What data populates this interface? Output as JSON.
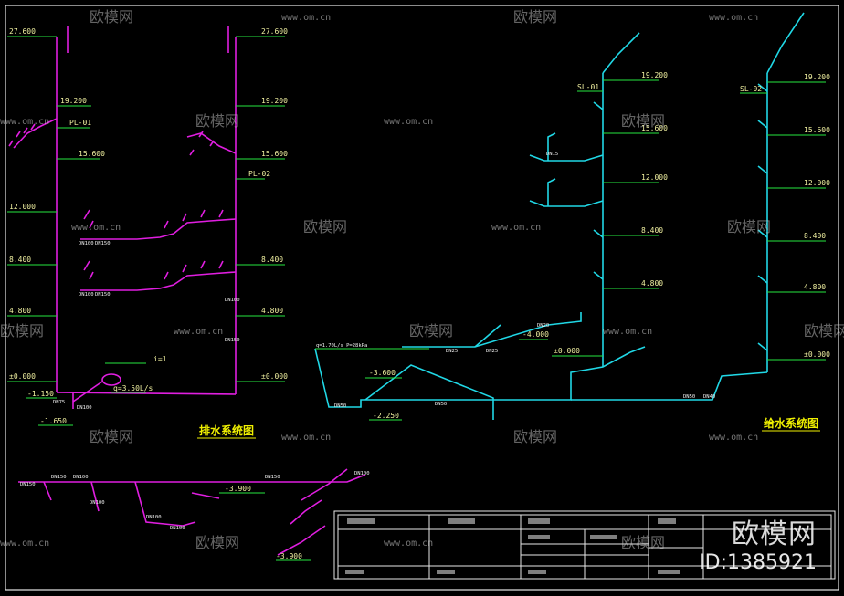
{
  "colors": {
    "background": "#000000",
    "drain_pipe": "#e01ee0",
    "supply_pipe": "#20d8e6",
    "annotation": "#26e640",
    "text": "#f0f0a0",
    "frame": "#f0f0f0",
    "title": "#f0f000"
  },
  "left_drain": {
    "title": "排水系统图",
    "pipe_1": "PL-01",
    "pipe_2": "PL-02",
    "levels_left": [
      "27.600",
      "19.200",
      "15.600",
      "12.000",
      "8.400",
      "4.800",
      "±0.000",
      "-1.150",
      "-1.650"
    ],
    "levels_right": [
      "27.600",
      "19.200",
      "15.600",
      "8.400",
      "4.800",
      "±0.000"
    ],
    "pipe_sizes": [
      "DN100",
      "DN150",
      "DN100",
      "DN150",
      "DN75",
      "DN100",
      "DN100",
      "DN150"
    ],
    "flow_note": "q=3.50L/s",
    "tag": "i=1"
  },
  "right_supply": {
    "title": "给水系统图",
    "riser_1": "SL-01",
    "riser_2": "SL-02",
    "levels_1": [
      "19.200",
      "15.600",
      "12.000",
      "8.400",
      "4.800",
      "±0.000"
    ],
    "levels_2": [
      "19.200",
      "15.600",
      "12.000",
      "8.400",
      "4.800",
      "±0.000"
    ],
    "lower_levels": [
      "-4.000",
      "-3.600",
      "-2.250"
    ],
    "flow_note": "q=1.70L/s  P=28kPa",
    "pipe_sizes": [
      "DN20",
      "DN25",
      "DN25",
      "DN50",
      "DN50",
      "DN40",
      "DN15",
      "DN50"
    ]
  },
  "bottom_drain": {
    "levels": [
      "-3.900",
      "-3.900"
    ],
    "pipe_sizes": [
      "DN150",
      "DN150",
      "DN100",
      "DN100",
      "DN100",
      "DN100",
      "DN150",
      "DN100"
    ]
  },
  "watermark": {
    "url": "www.om.cn",
    "brand": "欧模网",
    "id": "ID:1385921"
  }
}
